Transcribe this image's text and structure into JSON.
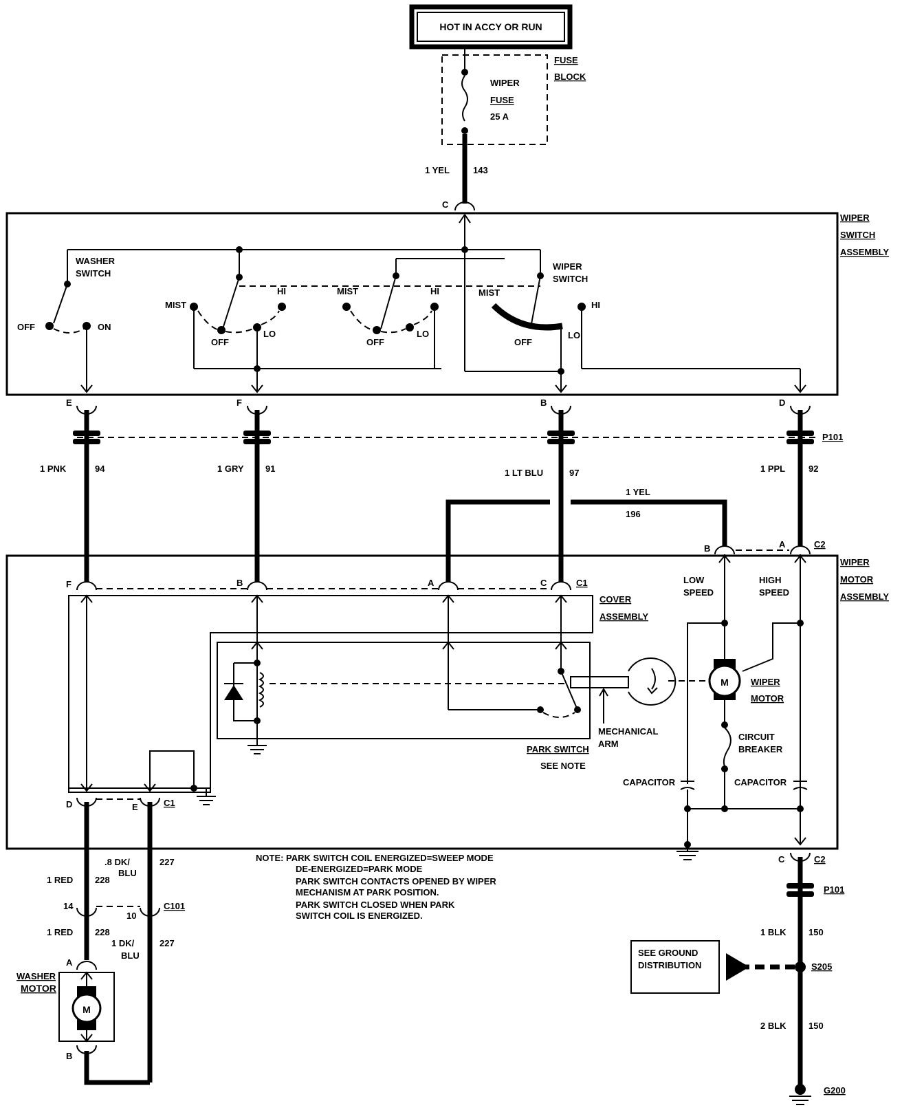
{
  "power": {
    "source": "HOT IN ACCY OR RUN"
  },
  "fuse_block": {
    "label_1": "FUSE",
    "label_2": "BLOCK",
    "fuse_1": "WIPER",
    "fuse_2": "FUSE",
    "fuse_3": "25 A"
  },
  "wires": {
    "feed": {
      "gauge_color": "1 YEL",
      "circuit": "143"
    },
    "pnk": {
      "gauge_color": "1 PNK",
      "circuit": "94"
    },
    "gry": {
      "gauge_color": "1 GRY",
      "circuit": "91"
    },
    "ltblu": {
      "gauge_color": "1 LT BLU",
      "circuit": "97"
    },
    "ppl": {
      "gauge_color": "1 PPL",
      "circuit": "92"
    },
    "yel196": {
      "gauge_color": "1 YEL",
      "circuit": "196"
    },
    "dkblu": {
      "gauge_1": ".8 DK/",
      "gauge_2": "BLU",
      "circuit": "227"
    },
    "red": {
      "gauge_color": "1 RED",
      "circuit": "228"
    },
    "red2": {
      "gauge_color": "1 RED",
      "circuit": "228"
    },
    "dkblu2": {
      "gauge_1": "1 DK/",
      "gauge_2": "BLU",
      "circuit": "227"
    },
    "blk1": {
      "gauge_color": "1 BLK",
      "circuit": "150"
    },
    "blk2": {
      "gauge_color": "2 BLK",
      "circuit": "150"
    }
  },
  "wiper_switch_assembly": {
    "title_1": "WIPER",
    "title_2": "SWITCH",
    "title_3": "ASSEMBLY",
    "washer_1": "WASHER",
    "washer_2": "SWITCH",
    "wiper_1": "WIPER",
    "wiper_2": "SWITCH",
    "off": "OFF",
    "on": "ON",
    "mist": "MIST",
    "hi": "HI",
    "lo": "LO"
  },
  "connectors": {
    "c": "C",
    "e": "E",
    "f": "F",
    "b": "B",
    "d": "D",
    "a": "A",
    "c1": "C1",
    "c2": "C2",
    "c101": "C101",
    "p101": "P101",
    "pin14": "14",
    "pin10": "10",
    "s205": "S205",
    "g200": "G200"
  },
  "wiper_motor_assembly": {
    "title_1": "WIPER",
    "title_2": "MOTOR",
    "title_3": "ASSEMBLY",
    "cover_1": "COVER",
    "cover_2": "ASSEMBLY",
    "low_1": "LOW",
    "low_2": "SPEED",
    "high_1": "HIGH",
    "high_2": "SPEED",
    "motor_1": "WIPER",
    "motor_2": "MOTOR",
    "motor_symbol": "M",
    "breaker_1": "CIRCUIT",
    "breaker_2": "BREAKER",
    "capacitor": "CAPACITOR",
    "arm_1": "MECHANICAL",
    "arm_2": "ARM",
    "park_1": "PARK SWITCH",
    "park_2": "SEE NOTE"
  },
  "note": {
    "line_1": "NOTE:  PARK SWITCH COIL ENERGIZED=SWEEP MODE",
    "line_2": "DE-ENERGIZED=PARK MODE",
    "line_3": "PARK SWITCH CONTACTS OPENED BY WIPER",
    "line_4": "MECHANISM AT PARK POSITION.",
    "line_5": "PARK SWITCH CLOSED WHEN PARK",
    "line_6": "SWITCH COIL IS ENERGIZED."
  },
  "washer_motor": {
    "label_1": "WASHER",
    "label_2": "MOTOR",
    "symbol": "M"
  },
  "ground": {
    "see_1": "SEE GROUND",
    "see_2": "DISTRIBUTION"
  }
}
